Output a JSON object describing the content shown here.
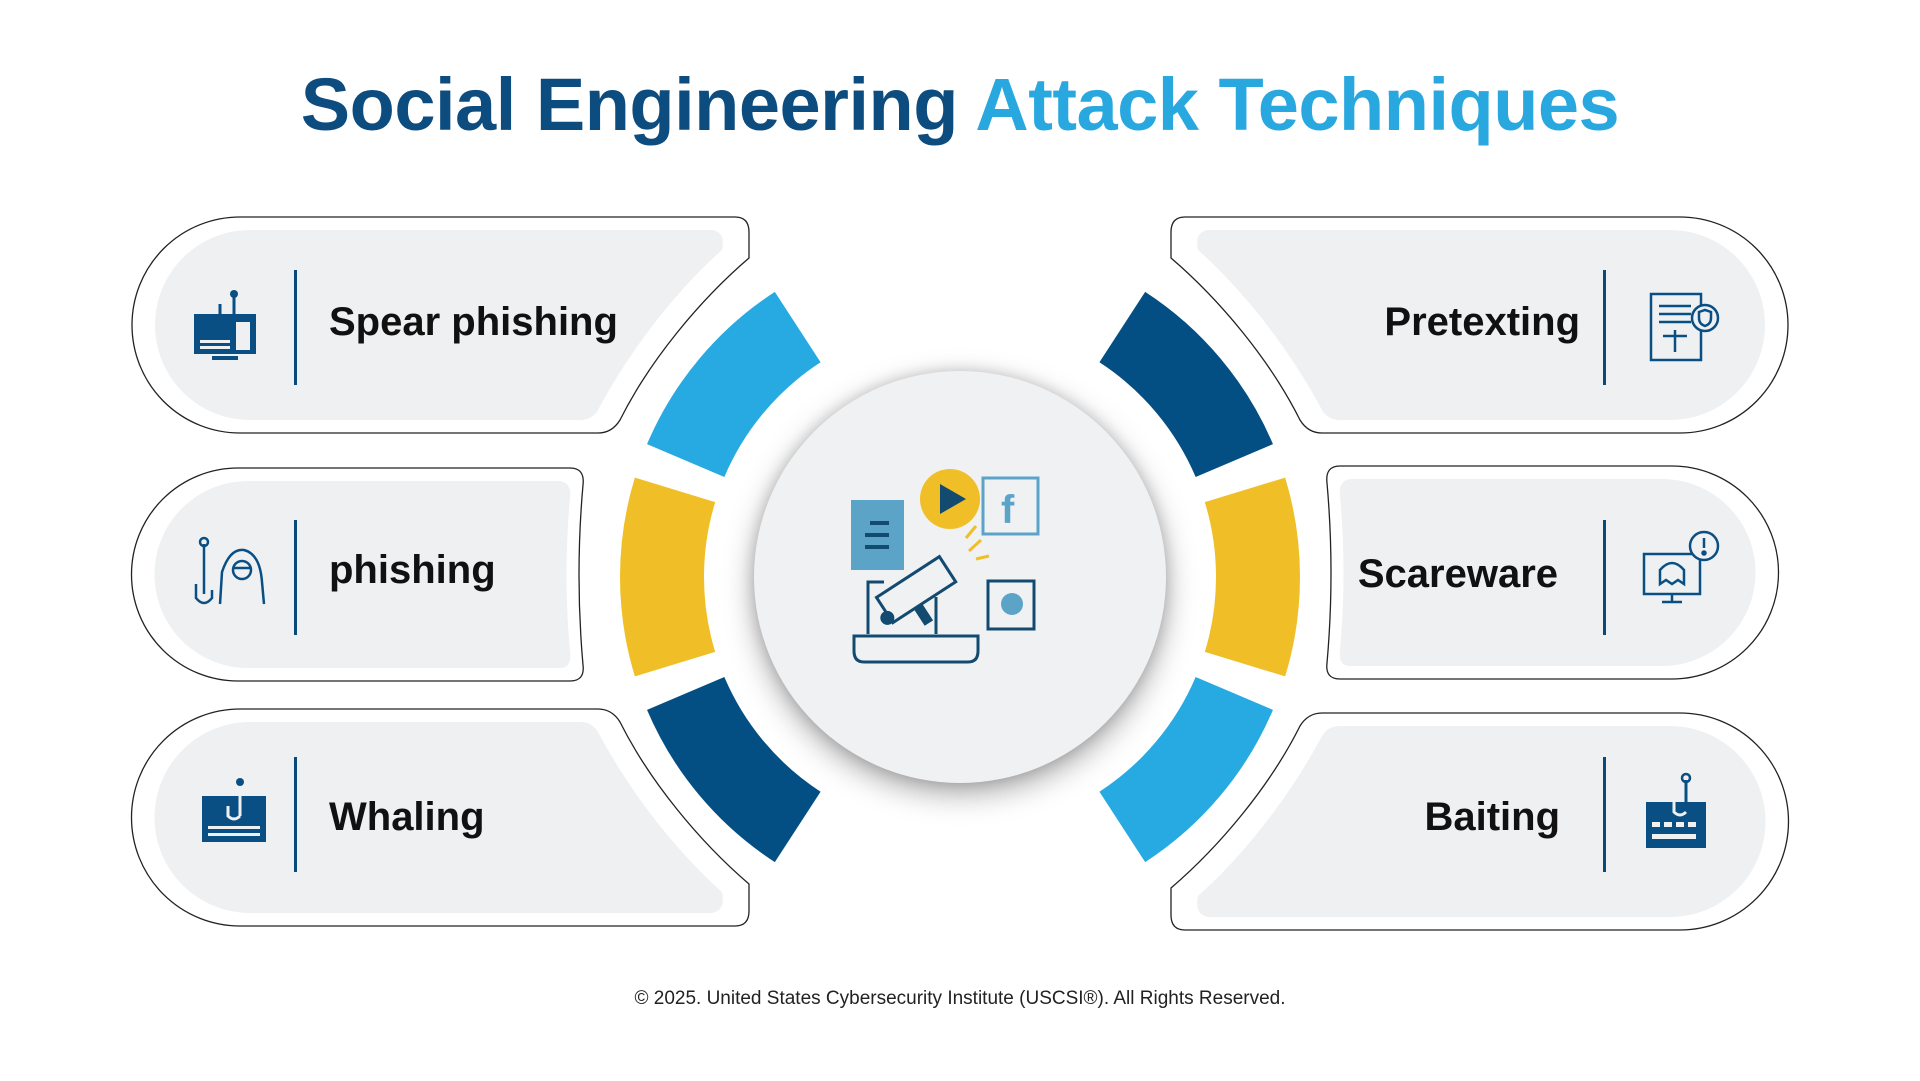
{
  "title": {
    "part1": "Social Engineering",
    "part2": "Attack Techniques"
  },
  "colors": {
    "dark_blue": "#034f83",
    "light_blue": "#27aae1",
    "yellow": "#f0bf27",
    "card_fill": "#eef0f2"
  },
  "techniques": {
    "left": [
      {
        "label": "Spear phishing",
        "icon": "computer-hook-icon"
      },
      {
        "label": "phishing",
        "icon": "hacker-hook-icon"
      },
      {
        "label": "Whaling",
        "icon": "screen-hook-icon"
      }
    ],
    "right": [
      {
        "label": "Pretexting",
        "icon": "document-shield-icon"
      },
      {
        "label": "Scareware",
        "icon": "monitor-ghost-alert-icon"
      },
      {
        "label": "Baiting",
        "icon": "keyboard-hook-icon"
      }
    ]
  },
  "center_icon": "megaphone-social-media-icon",
  "footer": "© 2025. United States Cybersecurity Institute (USCSI®). All Rights Reserved."
}
